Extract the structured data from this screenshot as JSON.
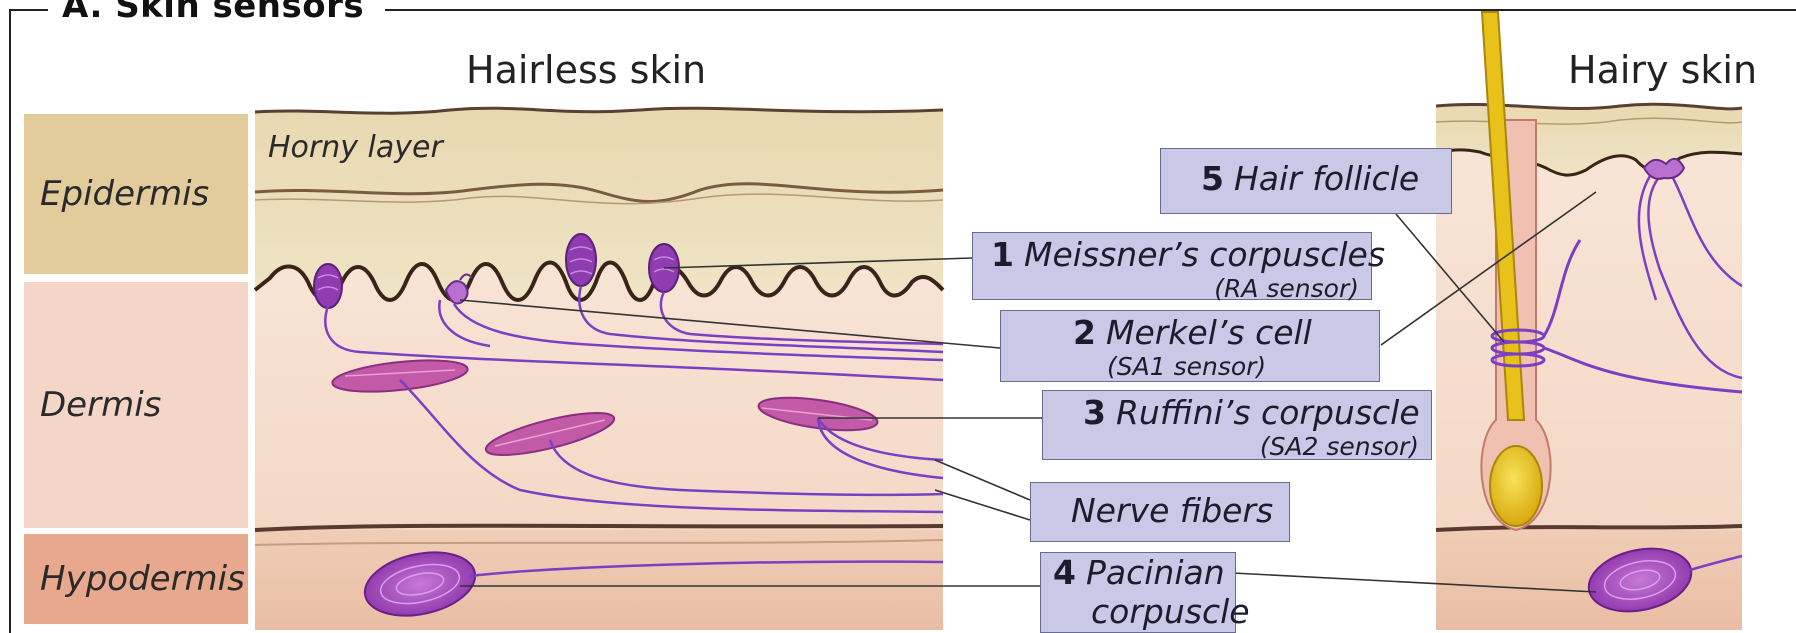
{
  "figure": {
    "panel_title": "A.  Skin sensors",
    "hairless_title": "Hairless skin",
    "hairy_title": "Hairy skin"
  },
  "layers": {
    "epidermis": "Epidermis",
    "dermis": "Dermis",
    "hypodermis": "Hypodermis",
    "horny_layer": "Horny layer"
  },
  "labels": [
    {
      "num": "1",
      "name": "Meissner’s corpuscles",
      "sub": "(RA sensor)"
    },
    {
      "num": "2",
      "name": "Merkel’s cell",
      "sub": "(SA1 sensor)"
    },
    {
      "num": "3",
      "name": "Ruffini’s corpuscle",
      "sub": "(SA2 sensor)"
    },
    {
      "num": "",
      "name": "Nerve fibers",
      "sub": ""
    },
    {
      "num": "4",
      "name": "Pacinian",
      "sub": "corpuscle"
    },
    {
      "num": "5",
      "name": "Hair follicle",
      "sub": ""
    }
  ],
  "colors": {
    "epidermis_band": "#e2cc9c",
    "dermis_band": "#f3d6c8",
    "hypodermis_band": "#e8a88e",
    "skin_tan": "#efe0bf",
    "dermis_fill": "#f7e1d2",
    "nerve": "#7b3fc4",
    "corpuscle": "#9a3fb6",
    "label_bg": "#c9c8e6",
    "hair": "#e8c21a"
  }
}
